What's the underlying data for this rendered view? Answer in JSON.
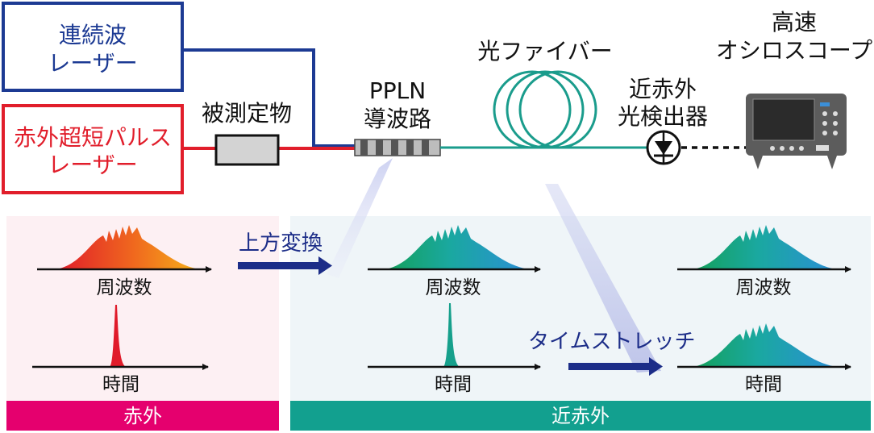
{
  "labels": {
    "cw_laser_1": "連続波",
    "cw_laser_2": "レーザー",
    "ir_laser_1": "赤外超短パルス",
    "ir_laser_2": "レーザー",
    "sample": "被測定物",
    "ppln_1": "PPLN",
    "ppln_2": "導波路",
    "fiber": "光ファイバー",
    "osc_1": "高速",
    "osc_2": "オシロスコープ",
    "det_1": "近赤外",
    "det_2": "光検出器",
    "upconv": "上方変換",
    "stretch": "タイムストレッチ",
    "freq_1": "周波数",
    "freq_2": "周波数",
    "freq_3": "周波数",
    "time_1": "時間",
    "time_2": "時間",
    "time_3": "時間",
    "band_ir": "赤外",
    "band_nir": "近赤外"
  },
  "colors": {
    "blue": "#1c3a93",
    "red": "#e11e2b",
    "teal": "#1a9c8c",
    "magenta": "#e5006e",
    "band_teal": "#12a08f",
    "ir_panel": "#fdf0f3",
    "nir_panel": "#eff5f8"
  }
}
